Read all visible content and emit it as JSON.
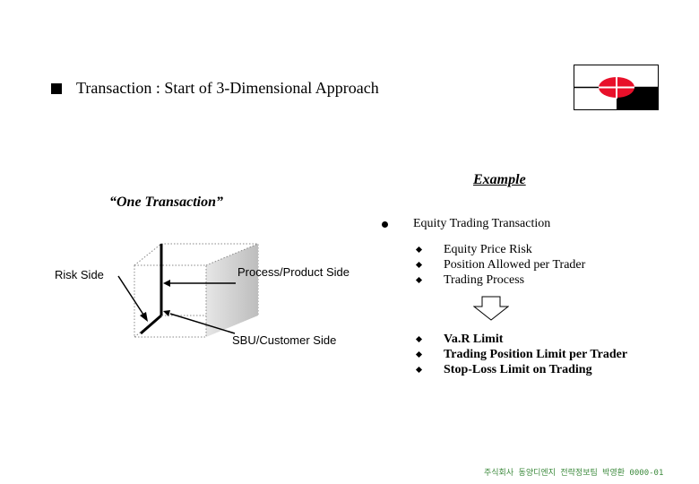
{
  "title": "Transaction : Start of 3-Dimensional Approach",
  "example_heading": "Example",
  "one_transaction": "“One Transaction”",
  "diagram": {
    "risk_side": "Risk Side",
    "process_product_side": "Process/Product Side",
    "sbu_customer_side": "SBU/Customer Side"
  },
  "example": {
    "main_item": "Equity Trading Transaction",
    "sub_items": [
      "Equity Price Risk",
      "Position Allowed per Trader",
      "Trading Process"
    ],
    "result_items": [
      "Va.R Limit",
      "Trading Position Limit per Trader",
      "Stop-Loss Limit on Trading"
    ]
  },
  "footer": "주식회사 동양디엔지 전략정보팀 박영환 0000-01",
  "colors": {
    "logo_red": "#e8102a",
    "footer_green": "#3d8a3d"
  }
}
